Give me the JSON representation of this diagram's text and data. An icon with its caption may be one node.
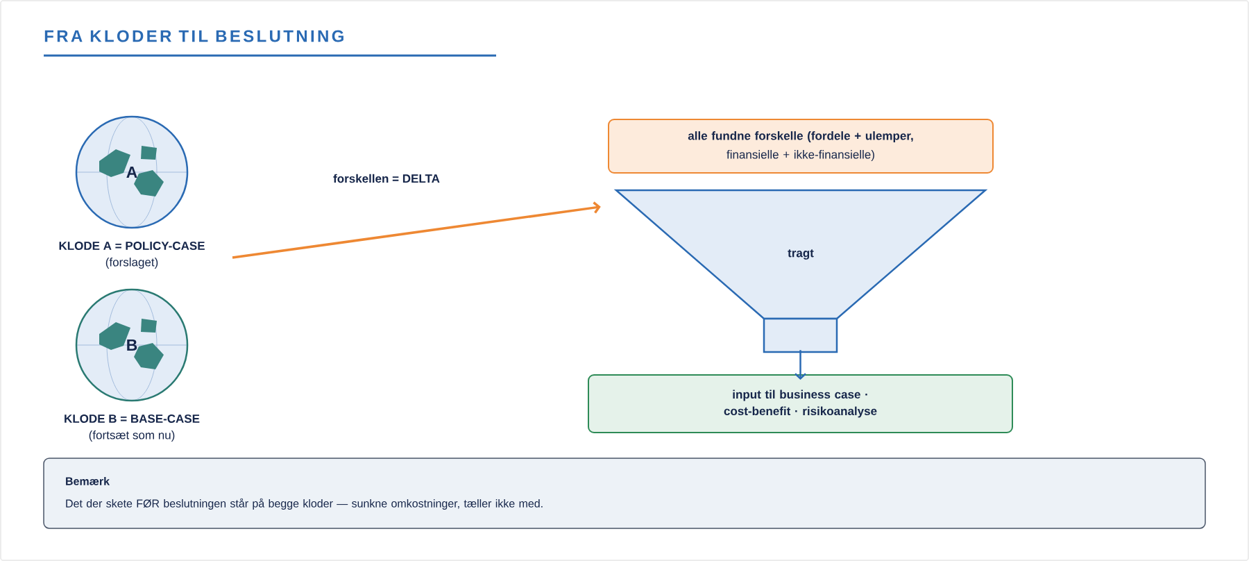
{
  "diagram": {
    "title": "FRA KLODER TIL BESLUTNING",
    "nodes": [
      {
        "text": [
          "A"
        ],
        "beside": [
          "KLODE A = POLICY-CASE",
          "(forslaget)"
        ]
      },
      {
        "text": [
          "B"
        ],
        "beside": [
          "KLODE B = BASE-CASE",
          "(fortsæt som nu)"
        ]
      },
      {
        "text": [
          "alle fundne forskelle (fordele + ulemper,",
          "finansielle + ikke-finansielle)"
        ]
      },
      {
        "text": [
          "tragt"
        ]
      },
      {
        "text": [],
        "shape": "box"
      },
      {
        "text": [
          "input til business case · cost-benefit · risikoanalyse"
        ]
      },
      {
        "text": [
          "Bemærk",
          "Det der skete FØR beslutningen står på begge kloder — sunkne omkostninger, tæller ikke med."
        ]
      }
    ],
    "edges": [
      {
        "from": null,
        "to": 3,
        "arrow": "to",
        "label": "forskellen = DELTA",
        "color": "#ee8833"
      },
      {
        "from": 4,
        "to": 5,
        "arrow": "to",
        "color": "#2a6ab3"
      }
    ]
  }
}
